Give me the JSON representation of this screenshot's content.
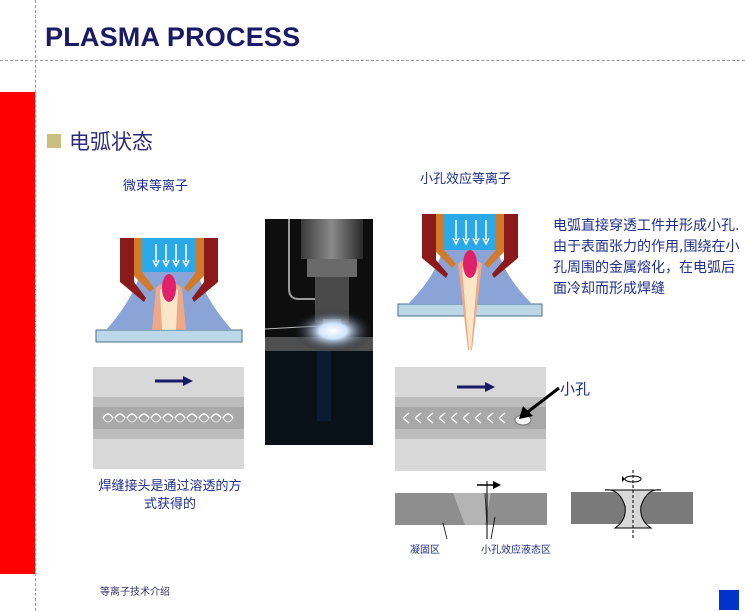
{
  "header": {
    "title": "PLASMA PROCESS"
  },
  "section": {
    "heading": "电弧状态"
  },
  "left_panel": {
    "caption": "微束等离子",
    "weld_note": "焊缝接头是通过溶透的方式获得的"
  },
  "right_panel": {
    "caption": "小孔效应等离子",
    "description": "电弧直接穿透工件并形成小孔. 由于表面张力的作用,围绕在小孔周围的金属熔化，在电弧后面冷却而形成焊缝",
    "hole_label": "小孔",
    "solidified_label": "凝固区",
    "liquid_label": "小孔效应液态区"
  },
  "footer": {
    "text": "等离子技术介绍"
  },
  "colors": {
    "title": "#1a1a66",
    "accent_red": "#ff0000",
    "bullet": "#c8bf7e",
    "text_blue": "#1f2e8a",
    "corner": "#0033cc"
  }
}
